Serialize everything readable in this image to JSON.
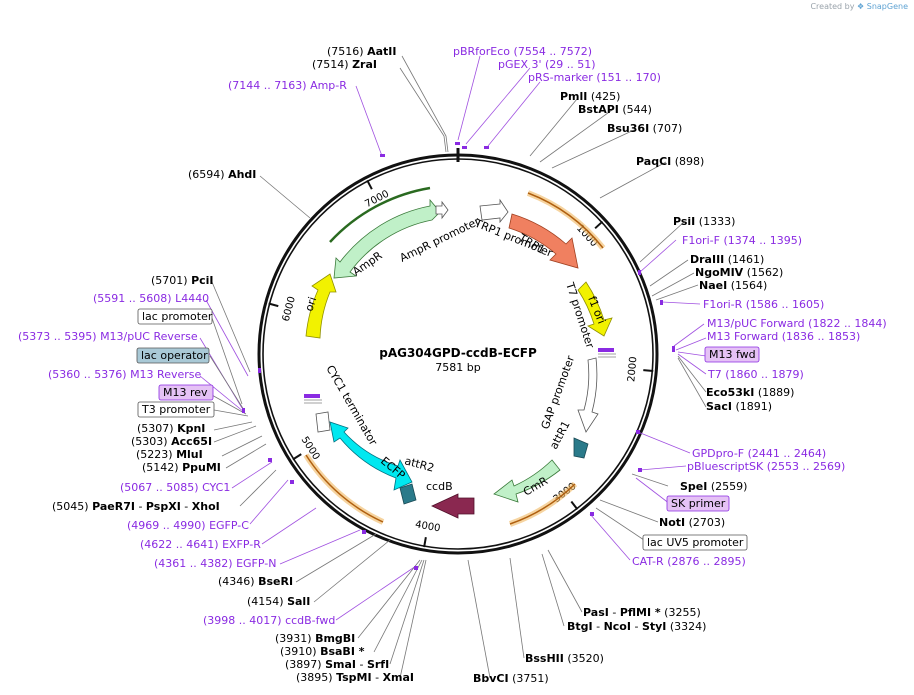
{
  "credit": {
    "prefix": "Created by",
    "brand": "SnapGene"
  },
  "plasmid": {
    "name": "pAG304GPD-ccdB-ECFP",
    "length_label": "7581 bp"
  },
  "ticks": [
    "1000",
    "2000",
    "3000",
    "4000",
    "5000",
    "6000",
    "7000"
  ],
  "features": [
    {
      "name": "TRP1",
      "color": "#f08060"
    },
    {
      "name": "TRP1 promoter",
      "color": "#ffffff"
    },
    {
      "name": "f1 ori",
      "color": "#f2f200"
    },
    {
      "name": "T7 promoter",
      "color": "#ffffff"
    },
    {
      "name": "GAP promoter",
      "color": "#ffffff"
    },
    {
      "name": "attR1",
      "color": "#2a7a8a"
    },
    {
      "name": "CmR",
      "color": "#c0f0c8"
    },
    {
      "name": "ccdB",
      "color": "#8a2850"
    },
    {
      "name": "attR2",
      "color": "#2a7a8a"
    },
    {
      "name": "ECFP",
      "color": "#00e8f0"
    },
    {
      "name": "CYC1 terminator",
      "color": "#ffffff"
    },
    {
      "name": "ori",
      "color": "#f2f200"
    },
    {
      "name": "AmpR",
      "color": "#c0f0c8"
    },
    {
      "name": "AmpR promoter",
      "color": "#ffffff"
    }
  ],
  "labels": {
    "aatii": {
      "name": "AatII",
      "pos": "(7516)"
    },
    "zrai": {
      "name": "ZraI",
      "pos": "(7514)"
    },
    "ampr_primer": {
      "name": "Amp-R",
      "pos": "(7144 .. 7163)"
    },
    "pbrforeco": {
      "name": "pBRforEco",
      "pos": "(7554 .. 7572)"
    },
    "pgex3": {
      "name": "pGEX 3'",
      "pos": "(29 .. 51)"
    },
    "prs": {
      "name": "pRS-marker",
      "pos": "(151 .. 170)"
    },
    "pmli": {
      "name": "PmlI",
      "pos": "(425)"
    },
    "bstapi": {
      "name": "BstAPI",
      "pos": "(544)"
    },
    "bsu36i": {
      "name": "Bsu36I",
      "pos": "(707)"
    },
    "paqci": {
      "name": "PaqCI",
      "pos": "(898)"
    },
    "psii": {
      "name": "PsiI",
      "pos": "(1333)"
    },
    "f1orif": {
      "name": "F1ori-F",
      "pos": "(1374 .. 1395)"
    },
    "draiii": {
      "name": "DraIII",
      "pos": "(1461)"
    },
    "ngomiv": {
      "name": "NgoMIV",
      "pos": "(1562)"
    },
    "naei": {
      "name": "NaeI",
      "pos": "(1564)"
    },
    "f1orir": {
      "name": "F1ori-R",
      "pos": "(1586 .. 1605)"
    },
    "m13puc_fwd": {
      "name": "M13/pUC Forward",
      "pos": "(1822 .. 1844)"
    },
    "m13fwd": {
      "name": "M13 Forward",
      "pos": "(1836 .. 1853)"
    },
    "m13fwd_box": {
      "name": "M13 fwd"
    },
    "t7": {
      "name": "T7",
      "pos": "(1860 .. 1879)"
    },
    "eco53ki": {
      "name": "Eco53kI",
      "pos": "(1889)"
    },
    "saci": {
      "name": "SacI",
      "pos": "(1891)"
    },
    "gpdprof": {
      "name": "GPDpro-F",
      "pos": "(2441 .. 2464)"
    },
    "pbluescript": {
      "name": "pBluescriptSK",
      "pos": "(2553 .. 2569)"
    },
    "spei": {
      "name": "SpeI",
      "pos": "(2559)"
    },
    "skprimer": {
      "name": "SK primer"
    },
    "noti": {
      "name": "NotI",
      "pos": "(2703)"
    },
    "lacuv5": {
      "name": "lac UV5 promoter"
    },
    "catr": {
      "name": "CAT-R",
      "pos": "(2876 .. 2895)"
    },
    "pasi": {
      "name": "PasI",
      "name2": "PflMI *",
      "pos": "(3255)"
    },
    "btgi": {
      "name": "BtgI",
      "name2": "NcoI",
      "name3": "StyI",
      "pos": "(3324)"
    },
    "bsshii": {
      "name": "BssHII",
      "pos": "(3520)"
    },
    "bbvci": {
      "name": "BbvCI",
      "pos": "(3751)"
    },
    "ahdi": {
      "name": "AhdI",
      "pos": "(6594)"
    },
    "pcii": {
      "name": "PciI",
      "pos": "(5701)"
    },
    "l4440": {
      "name": "L4440",
      "pos": "(5591 .. 5608)"
    },
    "lacpromoter": {
      "name": "lac promoter"
    },
    "m13puc_rev": {
      "name": "M13/pUC Reverse",
      "pos": "(5373 .. 5395)"
    },
    "lacoperator": {
      "name": "lac operator"
    },
    "m13rev": {
      "name": "M13 Reverse",
      "pos": "(5360 .. 5376)"
    },
    "m13rev_box": {
      "name": "M13 rev"
    },
    "t3promoter": {
      "name": "T3 promoter"
    },
    "kpni": {
      "name": "KpnI",
      "pos": "(5307)"
    },
    "acc65i": {
      "name": "Acc65I",
      "pos": "(5303)"
    },
    "mlui": {
      "name": "MluI",
      "pos": "(5223)"
    },
    "ppumi": {
      "name": "PpuMI",
      "pos": "(5142)"
    },
    "cyc1": {
      "name": "CYC1",
      "pos": "(5067 .. 5085)"
    },
    "paer7i": {
      "name": "PaeR7I",
      "name2": "PspXI",
      "name3": "XhoI",
      "pos": "(5045)"
    },
    "egfpc": {
      "name": "EGFP-C",
      "pos": "(4969 .. 4990)"
    },
    "egfpr": {
      "name": "EXFP-R",
      "pos": "(4622 .. 4641)"
    },
    "egfpn": {
      "name": "EGFP-N",
      "pos": "(4361 .. 4382)"
    },
    "beri": {
      "name": "BseRI",
      "pos": "(4346)"
    },
    "sali": {
      "name": "SalI",
      "pos": "(4154)"
    },
    "ccdbfwd": {
      "name": "ccdB-fwd",
      "pos": "(3998 .. 4017)"
    },
    "bmgbi": {
      "name": "BmgBI",
      "pos": "(3931)"
    },
    "bsabi": {
      "name": "BsaBI *",
      "pos": "(3910)"
    },
    "smai": {
      "name": "SmaI",
      "name2": "SrfI",
      "pos": "(3897)"
    },
    "tspmi": {
      "name": "TspMI",
      "name2": "XmaI",
      "pos": "(3895)"
    }
  }
}
